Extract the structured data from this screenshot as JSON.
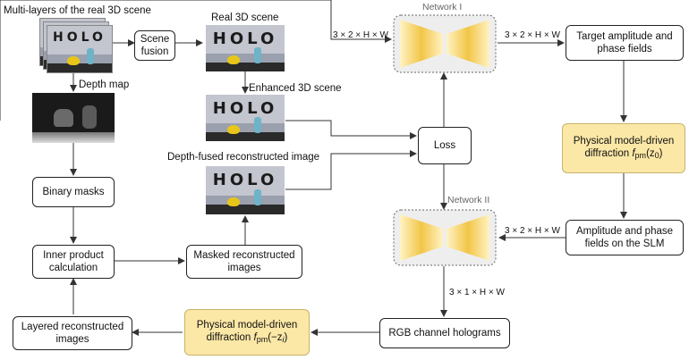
{
  "labels": {
    "multilayers": "Multi-layers of the real 3D scene",
    "scene_fusion": "Scene fusion",
    "real_scene": "Real 3D scene",
    "depth_map": "Depth map",
    "enhanced_scene": "Enhanced 3D scene",
    "depth_fused": "Depth-fused reconstructed image",
    "binary_masks": "Binary masks",
    "inner_product_1": "Inner product",
    "inner_product_2": "calculation",
    "masked_recon_1": "Masked reconstructed",
    "masked_recon_2": "images",
    "layered_recon_1": "Layered reconstructed",
    "layered_recon_2": "images",
    "loss": "Loss",
    "network1": "Network I",
    "network2": "Network II",
    "target_amp_1": "Target amplitude and",
    "target_amp_2": "phase fields",
    "phys_top_1": "Physical model-driven",
    "phys_top_2": "diffraction",
    "amp_slm_1": "Amplitude and phase",
    "amp_slm_2": "fields on the SLM",
    "rgb_holo": "RGB channel holograms",
    "phys_bottom_1": "Physical model-driven",
    "phys_bottom_2": "diffraction"
  },
  "math": {
    "f": "f",
    "pm": "pm",
    "z0_open": "(z",
    "z0_sub": "0",
    "z0_close": ")",
    "zi_open": "(−z",
    "zi_sub": "i",
    "zi_close": ")"
  },
  "dims": {
    "d1": "3 × 2 × H × W",
    "d2": "3 × 2 × H × W",
    "d3": "3 × 2 × H × W",
    "d4": "3 × 1 × H × W"
  },
  "photo_text": "HOLO",
  "colors": {
    "phys_box": "#fbe7a6",
    "network_gradient_light": "#fff3c4",
    "network_gradient_dark": "#f2c547",
    "line": "#333333"
  }
}
